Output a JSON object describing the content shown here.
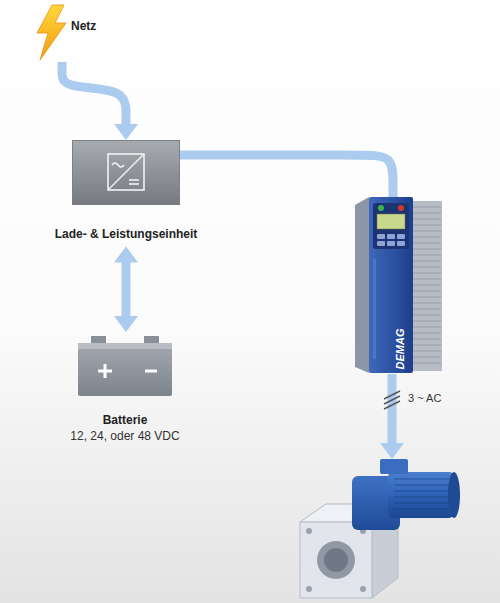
{
  "diagram": {
    "nodes": [
      {
        "text": [
          "Netz"
        ]
      },
      {
        "text": [
          "Lade- & Leistungseinheit"
        ]
      },
      {
        "text": [
          "Batterie",
          "12, 24, oder 48 VDC"
        ]
      },
      {
        "text": [
          "DEMAG"
        ]
      }
    ],
    "edges": [
      {
        "from": 0,
        "to": 1,
        "arrow": "to"
      },
      {
        "from": 1,
        "to": 2,
        "arrow": "both"
      },
      {
        "from": 1,
        "to": 3,
        "arrow": "none"
      }
    ],
    "labels": [
      "3 ~ AC"
    ]
  }
}
